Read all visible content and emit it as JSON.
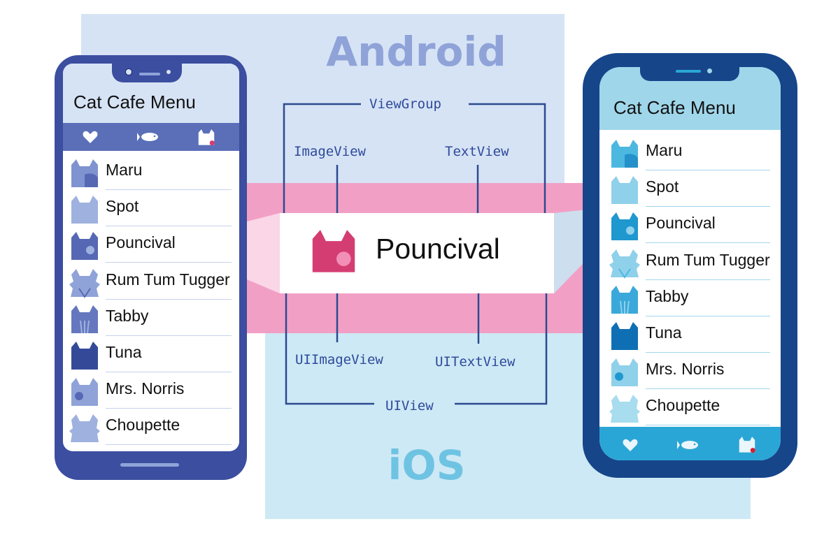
{
  "platforms": {
    "android": "Android",
    "ios": "iOS"
  },
  "views": {
    "view_group": "ViewGroup",
    "image_view": "ImageView",
    "text_view": "TextView",
    "ui_image_view": "UIImageView",
    "ui_text_view": "UITextView",
    "ui_view": "UIView"
  },
  "center": {
    "name": "Pouncival"
  },
  "android_phone": {
    "title": "Cat Cafe Menu",
    "tabs": [
      "heart-icon",
      "fish-icon",
      "cat-icon"
    ],
    "items": [
      "Maru",
      "Spot",
      "Pouncival",
      "Rum Tum Tugger",
      "Tabby",
      "Tuna",
      "Mrs. Norris",
      "Choupette"
    ]
  },
  "ios_phone": {
    "title": "Cat Cafe Menu",
    "tabs": [
      "heart-icon",
      "fish-icon",
      "cat-icon"
    ],
    "items": [
      "Maru",
      "Spot",
      "Pouncival",
      "Rum Tum Tugger",
      "Tabby",
      "Tuna",
      "Mrs. Norris",
      "Choupette"
    ]
  },
  "colors": {
    "android_bg": "#d6e3f5",
    "ios_bg": "#cde9f5",
    "pink_band": "#f29fc5",
    "android_frame": "#3b4ea0",
    "ios_frame": "#16458a",
    "android_tabbar": "#5a6fb8",
    "ios_header": "#9fd6ea",
    "ios_tabbar": "#2aa6d6",
    "accent_pink": "#d43d72"
  }
}
